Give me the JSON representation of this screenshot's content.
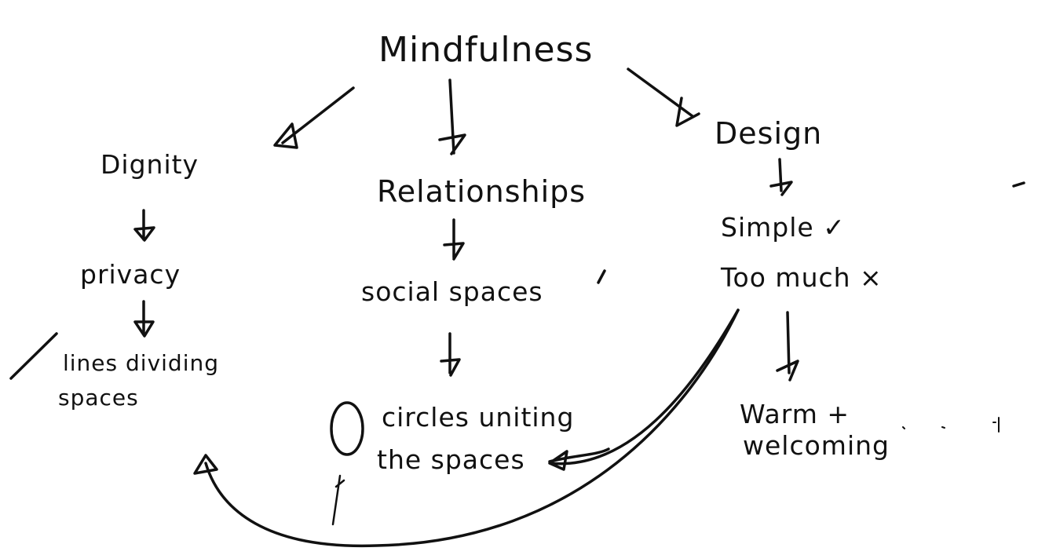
{
  "diagram": {
    "root": {
      "label": "Mindfulness"
    },
    "branches": [
      {
        "id": "dignity",
        "label": "Dignity",
        "children": [
          "privacy",
          "lines dividing spaces"
        ]
      },
      {
        "id": "relationships",
        "label": "Relationships",
        "children": [
          "social spaces",
          "circles uniting the spaces"
        ]
      },
      {
        "id": "design",
        "label": "Design",
        "children": [
          "Simple ✓",
          "Too much ×",
          "Warm + welcoming"
        ]
      }
    ],
    "nodes": {
      "mindfulness": "Mindfulness",
      "dignity": "Dignity",
      "privacy": "privacy",
      "lines_dividing_1": "lines dividing",
      "lines_dividing_2": "spaces",
      "relationships": "Relationships",
      "social_spaces": "social spaces",
      "circles_uniting_1": "circles uniting",
      "circles_uniting_2": "the spaces",
      "design": "Design",
      "simple": "Simple ✓",
      "too_much": "Too much ×",
      "warm_1": "Warm +",
      "warm_2": "welcoming"
    },
    "ink_color": "#111111",
    "paper_color": "#ffffff"
  }
}
